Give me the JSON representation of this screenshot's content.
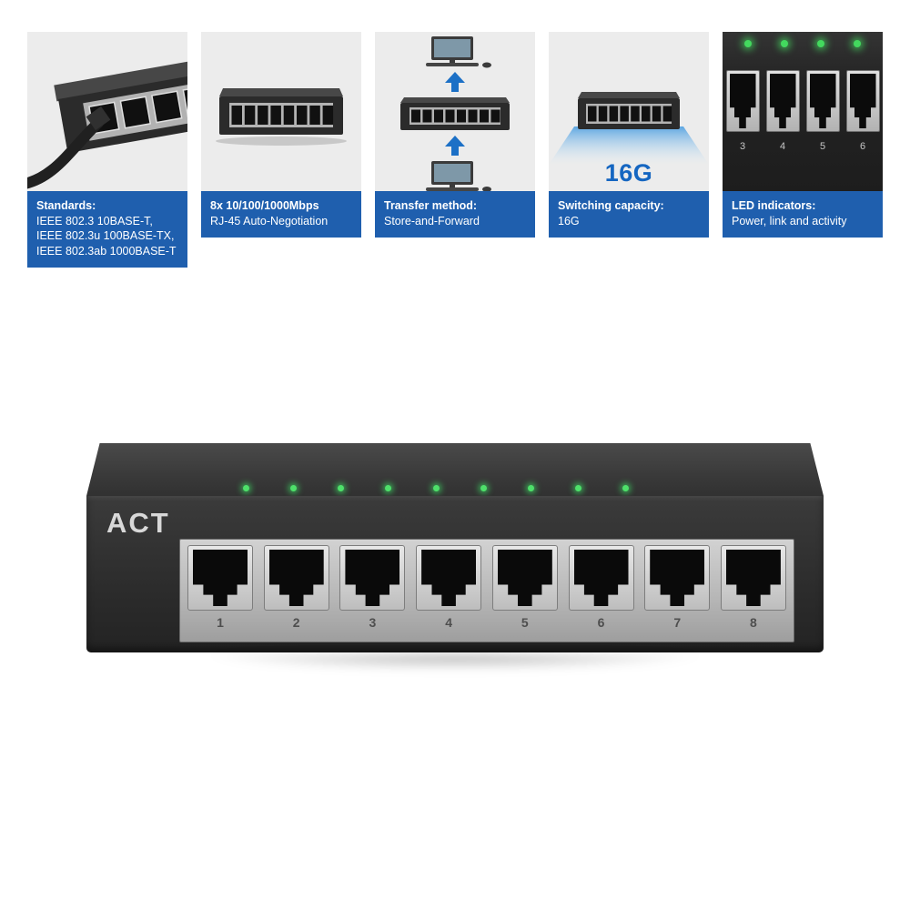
{
  "panels": [
    {
      "heading": "Standards:",
      "lines": [
        "IEEE 802.3 10BASE-T,",
        "IEEE 802.3u 100BASE-TX,",
        "IEEE 802.3ab 1000BASE-T"
      ]
    },
    {
      "heading": "8x 10/100/1000Mbps",
      "lines": [
        "RJ-45 Auto-Negotiation"
      ]
    },
    {
      "heading": "Transfer method:",
      "lines": [
        "Store-and-Forward"
      ]
    },
    {
      "heading": "Switching capacity:",
      "lines": [
        "16G"
      ],
      "image_label": "16G"
    },
    {
      "heading": "LED indicators:",
      "lines": [
        "Power, link and activity"
      ],
      "port_numbers": [
        "3",
        "4",
        "5",
        "6"
      ]
    }
  ],
  "product": {
    "brand": "ACT",
    "port_numbers": [
      "1",
      "2",
      "3",
      "4",
      "5",
      "6",
      "7",
      "8"
    ],
    "led_count": 9
  },
  "colors": {
    "caption_bg": "#1f5fae",
    "accent_blue": "#1566c1",
    "led_green": "#43d95e",
    "chassis_dark": "#2d2d2d"
  }
}
